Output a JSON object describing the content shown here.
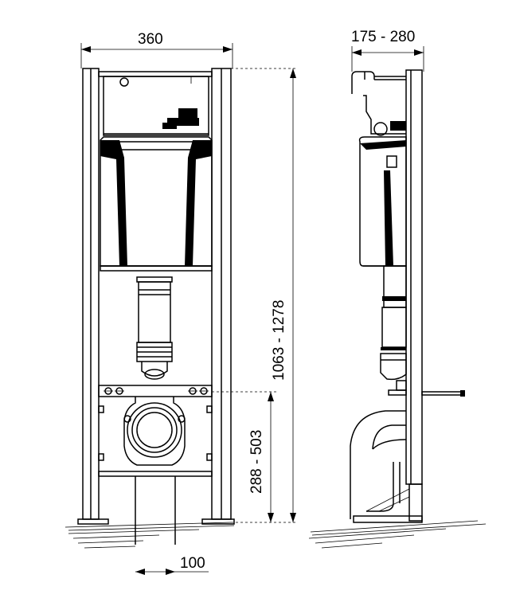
{
  "dimensions": {
    "frame_width": "360",
    "depth_range": "175 - 280",
    "total_height": "1063 - 1278",
    "outlet_height": "288 - 503",
    "outlet_offset": "100"
  }
}
